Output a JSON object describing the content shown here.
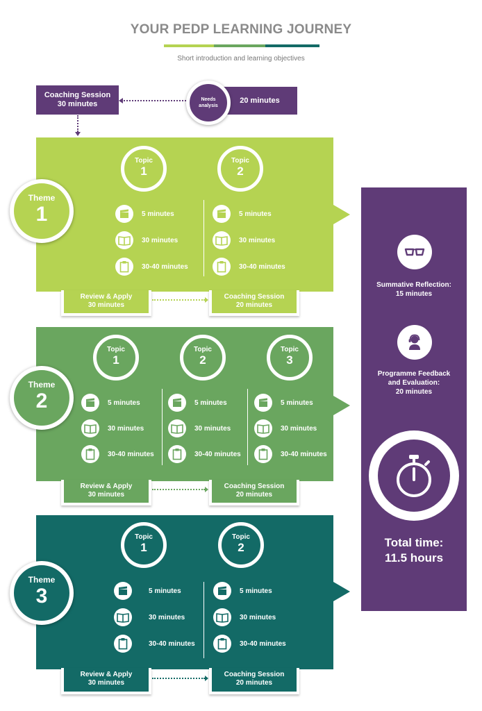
{
  "header": {
    "title": "YOUR PEDP LEARNING JOURNEY",
    "subtitle": "Short introduction and learning objectives",
    "bar_colors": [
      "#b5d352",
      "#6aa65f",
      "#136a66"
    ]
  },
  "colors": {
    "purple": "#5f3b77",
    "theme1": "#b5d352",
    "theme2": "#6aa65f",
    "theme3": "#136a66",
    "white": "#ffffff"
  },
  "intro": {
    "coaching_label": "Coaching Session",
    "coaching_time": "30 minutes",
    "needs_label_1": "Needs",
    "needs_label_2": "analysis",
    "needs_time": "20 minutes"
  },
  "themes": [
    {
      "word": "Theme",
      "number": "1",
      "topics": [
        {
          "word": "Topic",
          "number": "1",
          "activities": [
            {
              "icon": "video-icon",
              "label": "5 minutes"
            },
            {
              "icon": "book-icon",
              "label": "30 minutes"
            },
            {
              "icon": "clipboard-icon",
              "label": "30-40 minutes"
            }
          ]
        },
        {
          "word": "Topic",
          "number": "2",
          "activities": [
            {
              "icon": "video-icon",
              "label": "5 minutes"
            },
            {
              "icon": "book-icon",
              "label": "30 minutes"
            },
            {
              "icon": "clipboard-icon",
              "label": "30-40 minutes"
            }
          ]
        }
      ],
      "review_label": "Review & Apply",
      "review_time": "30 minutes",
      "coaching_label": "Coaching Session",
      "coaching_time": "20 minutes"
    },
    {
      "word": "Theme",
      "number": "2",
      "topics": [
        {
          "word": "Topic",
          "number": "1",
          "activities": [
            {
              "icon": "video-icon",
              "label": "5 minutes"
            },
            {
              "icon": "book-icon",
              "label": "30 minutes"
            },
            {
              "icon": "clipboard-icon",
              "label": "30-40 minutes"
            }
          ]
        },
        {
          "word": "Topic",
          "number": "2",
          "activities": [
            {
              "icon": "video-icon",
              "label": "5 minutes"
            },
            {
              "icon": "book-icon",
              "label": "30 minutes"
            },
            {
              "icon": "clipboard-icon",
              "label": "30-40 minutes"
            }
          ]
        },
        {
          "word": "Topic",
          "number": "3",
          "activities": [
            {
              "icon": "video-icon",
              "label": "5 minutes"
            },
            {
              "icon": "book-icon",
              "label": "30 minutes"
            },
            {
              "icon": "clipboard-icon",
              "label": "30-40 minutes"
            }
          ]
        }
      ],
      "review_label": "Review & Apply",
      "review_time": "30 minutes",
      "coaching_label": "Coaching Session",
      "coaching_time": "20 minutes"
    },
    {
      "word": "Theme",
      "number": "3",
      "topics": [
        {
          "word": "Topic",
          "number": "1",
          "activities": [
            {
              "icon": "video-icon",
              "label": "5 minutes"
            },
            {
              "icon": "book-icon",
              "label": "30 minutes"
            },
            {
              "icon": "clipboard-icon",
              "label": "30-40 minutes"
            }
          ]
        },
        {
          "word": "Topic",
          "number": "2",
          "activities": [
            {
              "icon": "video-icon",
              "label": "5 minutes"
            },
            {
              "icon": "book-icon",
              "label": "30 minutes"
            },
            {
              "icon": "clipboard-icon",
              "label": "30-40 minutes"
            }
          ]
        }
      ],
      "review_label": "Review & Apply",
      "review_time": "30 minutes",
      "coaching_label": "Coaching Session",
      "coaching_time": "20 minutes"
    }
  ],
  "summary": {
    "reflection_line1": "Summative Reflection:",
    "reflection_line2": "15 minutes",
    "reflection_icon": "glasses-icon",
    "feedback_line1": "Programme Feedback",
    "feedback_line2": "and Evaluation:",
    "feedback_line3": "20 minutes",
    "feedback_icon": "headset-person-icon",
    "timer_icon": "stopwatch-icon",
    "total_line1": "Total time:",
    "total_line2": "11.5 hours"
  }
}
